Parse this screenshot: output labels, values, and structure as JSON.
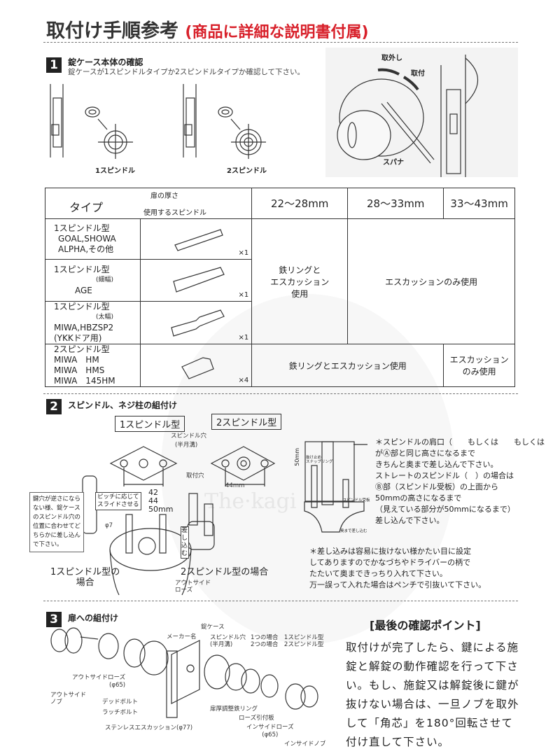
{
  "header": {
    "title": "取付け手順参考",
    "subtitle": "(商品に詳細な説明書付属)"
  },
  "watermark": "The·kagi",
  "step1": {
    "num": "1",
    "title": "錠ケース本体の確認",
    "desc": "錠ケースが1スピンドルタイプか2スピンドルタイプか確認して下さい。",
    "label1": "1スピンドル",
    "label2": "2スピンドル",
    "remove": "取外し",
    "attach": "取付",
    "spanner": "スパナ"
  },
  "table": {
    "type_header": "タイプ",
    "door_thickness": "扉の厚さ",
    "spindle_used": "使用するスピンドル",
    "ranges": [
      "22〜28mm",
      "28〜33mm",
      "33〜43mm"
    ],
    "rows": [
      {
        "type": "1スピンドル型",
        "note": "",
        "models": [
          "GOAL,SHOWA",
          "ALPHA,その他"
        ],
        "qty": "×1"
      },
      {
        "type": "1スピンドル型",
        "note": "(細幅)",
        "models": [
          "AGE"
        ],
        "qty": "×1"
      },
      {
        "type": "1スピンドル型",
        "note": "(太幅)",
        "models": [
          "MIWA,HBZSP2",
          "(YKKドア用)"
        ],
        "qty": "×1"
      },
      {
        "type": "2スピンドル型",
        "note": "",
        "models": [
          "MIWA　HM",
          "MIWA　HMS",
          "MIWA　145HM"
        ],
        "qty": "×4"
      }
    ],
    "cell_iron_escutcheon": [
      "鉄リングと",
      "エスカッション",
      "使用"
    ],
    "cell_escutcheon_only": "エスカッションのみ使用",
    "cell_iron_escutcheon_2": "鉄リングとエスカッション使用",
    "cell_escutcheon_only_2": [
      "エスカッション",
      "のみ使用"
    ]
  },
  "step2": {
    "num": "2",
    "title": "スピンドル、ネジ柱の組付け",
    "type1": "1スピンドル型",
    "type2": "2スピンドル型",
    "spindle_hole": "スピンドル穴",
    "half_moon": "(半月溝)",
    "mount_hole": "取付穴",
    "w44": "44mm",
    "note_box": [
      "鍵穴が逆さになら",
      "ない様、錠ケース",
      "のスピンドル穴の",
      "位置に合わせてど",
      "ちらかに差し込ん",
      "で下さい。"
    ],
    "pitch": [
      "ピッチに応じて",
      "スライドさせる"
    ],
    "pitch_vals": [
      "42",
      "44",
      "50mm"
    ],
    "phi7": "φ7",
    "insert": "差し込む",
    "case1": [
      "1スピンドル型の",
      "場合"
    ],
    "case2": "2スピンドル型の場合",
    "outside_rose": [
      "アウトサイド",
      "ローズ"
    ],
    "h50": "50mm",
    "snap_ring": [
      "抜け止め",
      "スナップリング"
    ],
    "receiver": "スピンドル受板",
    "push": "奥まで差し込む",
    "instr": [
      "＊スピンドルの肩口（　　もしくは　　もしくは　　）",
      "がⒶ部と同じ高さになるまで",
      "きちんと奥まで差し込んで下さい。",
      "ストレートのスピンドル（　）の場合は",
      "Ⓑ部（スピンドル受板）の上面から",
      "50mmの高さになるまで",
      "（見えている部分が50mmになるまで）",
      "差し込んで下さい。"
    ],
    "instr2": [
      "＊差し込みは容易に抜けない様かたい目に設定",
      "してありますのでかなづちやドライバーの柄で",
      "たたいて奥まできっちり入れて下さい。",
      "万一誤って入れた場合はペンチで引抜いて下さい。"
    ]
  },
  "step3": {
    "num": "3",
    "title": "扉への組付け",
    "lock_case": "錠ケース",
    "maker": "メーカー名",
    "spindle_hole": [
      "スピンドル穴",
      "(半月溝)"
    ],
    "cases": [
      "1つの場合　1スピンドル型",
      "2つの場合　2スピンドル型"
    ],
    "outside_rose": [
      "アウトサイドローズ",
      "(φ65)"
    ],
    "outside_knob": [
      "アウトサイド",
      "ノブ"
    ],
    "deadbolt": "デッドボルト",
    "latchbolt": "ラッチボルト",
    "escutcheon": "ステンレスエスカッション(φ77)",
    "iron_ring": "扉厚調整鉄リング",
    "rose_plate": "ローズ引付板",
    "inside_rose": [
      "インサイドローズ",
      "(φ65)"
    ],
    "inside_knob": "インサイドノブ"
  },
  "final": {
    "heading": "[最後の確認ポイント]",
    "text": "取付けが完了したら、鍵による施錠と解錠の動作確認を行って下さい。もし、施錠又は解錠後に鍵が抜けない場合は、一旦ノブを取外して「角芯」を180°回転させて付け直して下さい。"
  }
}
